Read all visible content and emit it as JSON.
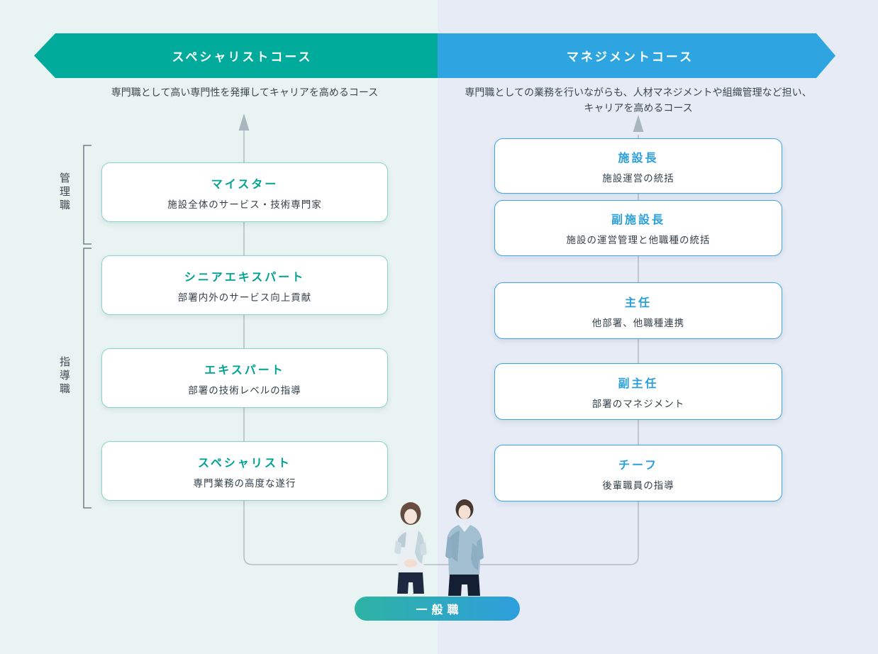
{
  "page": {
    "bg_left_color": "#E9F4F2",
    "bg_right_color": "#E6EBF6",
    "line_color": "#B3BDC2",
    "arrow_color": "#A9B5BC",
    "bracket_color": "#5A6B76"
  },
  "left_course": {
    "banner_label": "スペシャリストコース",
    "banner_color": "#00AB9B",
    "accent_color": "#00A292",
    "subtitle": "専門職として高い専門性を発揮してキャリアを高めるコース",
    "boxes": [
      {
        "title": "マイスター",
        "desc": "施設全体のサービス・技術専門家"
      },
      {
        "title": "シニアエキスパート",
        "desc": "部署内外のサービス向上貢献"
      },
      {
        "title": "エキスパート",
        "desc": "部署の技術レベルの指導"
      },
      {
        "title": "スペシャリスト",
        "desc": "専門業務の高度な遂行"
      }
    ]
  },
  "right_course": {
    "banner_label": "マネジメントコース",
    "banner_color": "#2EA4E1",
    "accent_color": "#2B9FDC",
    "subtitle_line1": "専門職としての業務を行いながらも、人材マネジメントや組織管理など担い、",
    "subtitle_line2": "キャリアを高めるコース",
    "boxes": [
      {
        "title": "施設長",
        "desc": "施設運営の統括"
      },
      {
        "title": "副施設長",
        "desc": "施設の運営管理と他職種の統括"
      },
      {
        "title": "主任",
        "desc": "他部署、他職種連携"
      },
      {
        "title": "副主任",
        "desc": "部署のマネジメント"
      },
      {
        "title": "チーフ",
        "desc": "後輩職員の指導"
      }
    ]
  },
  "side_labels": {
    "top": "管理職",
    "bottom": "指導職"
  },
  "bottom": {
    "pill_label": "一般職",
    "pill_gradient_start": "#2EB3A4",
    "pill_gradient_end": "#2E9EDD"
  }
}
